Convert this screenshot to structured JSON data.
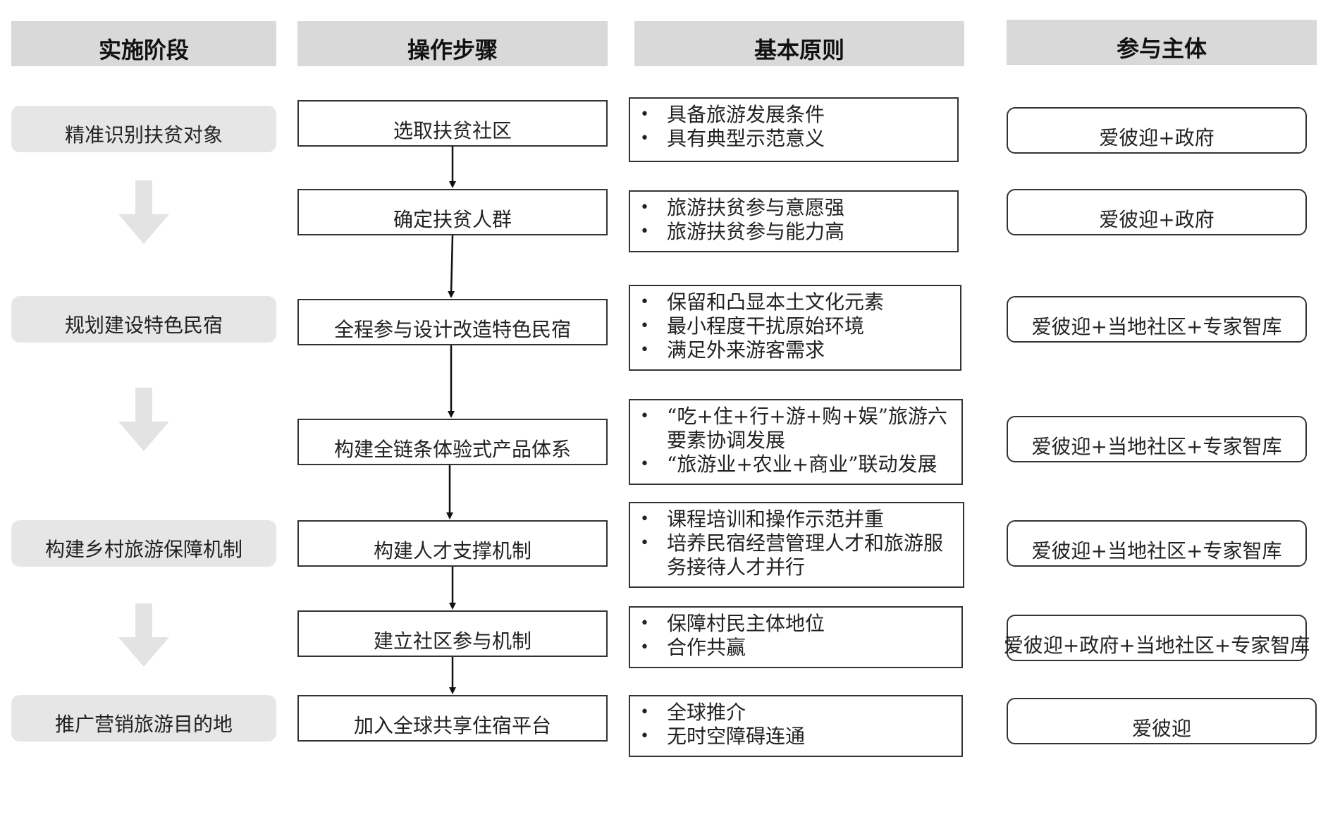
{
  "headers": {
    "stage": "实施阶段",
    "steps": "操作步骤",
    "principles": "基本原则",
    "participants": "参与主体"
  },
  "stages": [
    "精准识别扶贫对象",
    "规划建设特色民宿",
    "构建乡村旅游保障机制",
    "推广营销旅游目的地"
  ],
  "steps": [
    "选取扶贫社区",
    "确定扶贫人群",
    "全程参与设计改造特色民宿",
    "构建全链条体验式产品体系",
    "构建人才支撑机制",
    "建立社区参与机制",
    "加入全球共享住宿平台"
  ],
  "principles": [
    [
      "具备旅游发展条件",
      "具有典型示范意义"
    ],
    [
      "旅游扶贫参与意愿强",
      "旅游扶贫参与能力高"
    ],
    [
      "保留和凸显本土文化元素",
      "最小程度干扰原始环境",
      "满足外来游客需求"
    ],
    [
      "“吃+住+行+游+购+娱”旅游六要素协调发展",
      "“旅游业+农业+商业”联动发展"
    ],
    [
      "课程培训和操作示范并重",
      "培养民宿经营管理人才和旅游服务接待人才并行"
    ],
    [
      "保障村民主体地位",
      "合作共赢"
    ],
    [
      "全球推介",
      "无时空障碍连通"
    ]
  ],
  "participants": [
    "爱彼迎+政府",
    "爱彼迎+政府",
    "爱彼迎+当地社区+专家智库",
    "爱彼迎+当地社区+专家智库",
    "爱彼迎+当地社区+专家智库",
    "爱彼迎+政府+当地社区+专家智库",
    "爱彼迎"
  ],
  "colors": {
    "header_bg": "#d9d9d9",
    "stage_bg": "#e6e6e6",
    "arrow": "#e3e3e3",
    "line": "#333333"
  }
}
